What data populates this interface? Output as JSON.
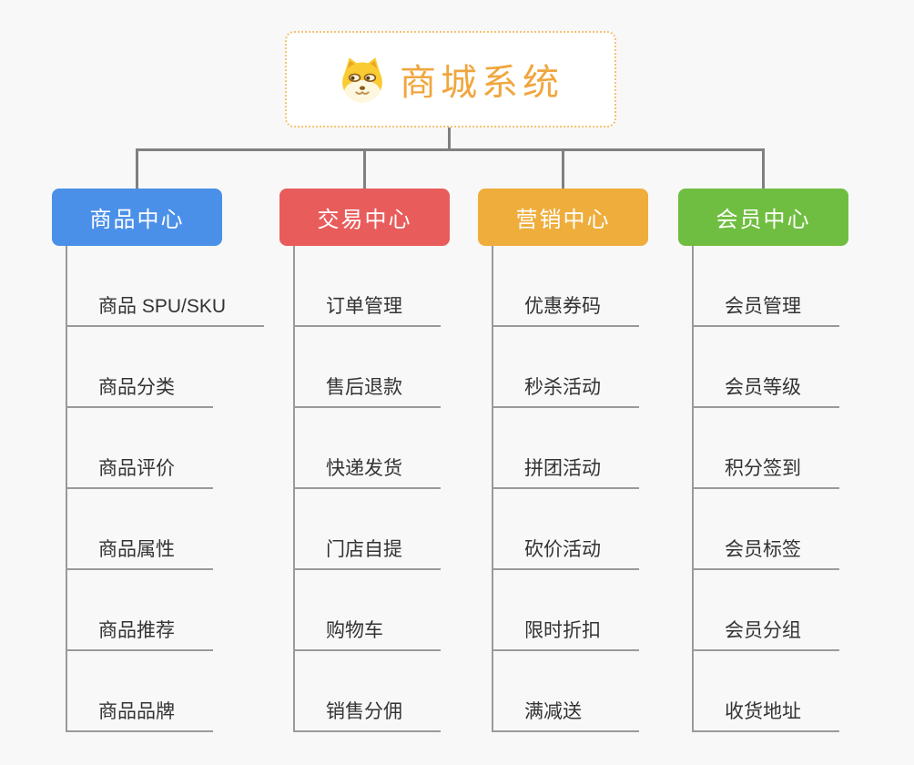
{
  "root": {
    "title": "商城系统",
    "icon": "doge-icon"
  },
  "branches": [
    {
      "label": "商品中心",
      "color": "#4B90E8",
      "children": [
        "商品 SPU/SKU",
        "商品分类",
        "商品评价",
        "商品属性",
        "商品推荐",
        "商品品牌"
      ]
    },
    {
      "label": "交易中心",
      "color": "#E85D5C",
      "children": [
        "订单管理",
        "售后退款",
        "快递发货",
        "门店自提",
        "购物车",
        "销售分佣"
      ]
    },
    {
      "label": "营销中心",
      "color": "#EFAD3C",
      "children": [
        "优惠券码",
        "秒杀活动",
        "拼团活动",
        "砍价活动",
        "限时折扣",
        "满减送"
      ]
    },
    {
      "label": "会员中心",
      "color": "#70BE41",
      "children": [
        "会员管理",
        "会员等级",
        "积分签到",
        "会员标签",
        "会员分组",
        "收货地址"
      ]
    }
  ],
  "theme": {
    "background": "#F8F8F8",
    "root_title_color": "#F0A63E",
    "root_border_color": "#F5C171",
    "connector_color": "#808080",
    "child_line_color": "#9A9A9A",
    "child_text_color": "#333333"
  }
}
